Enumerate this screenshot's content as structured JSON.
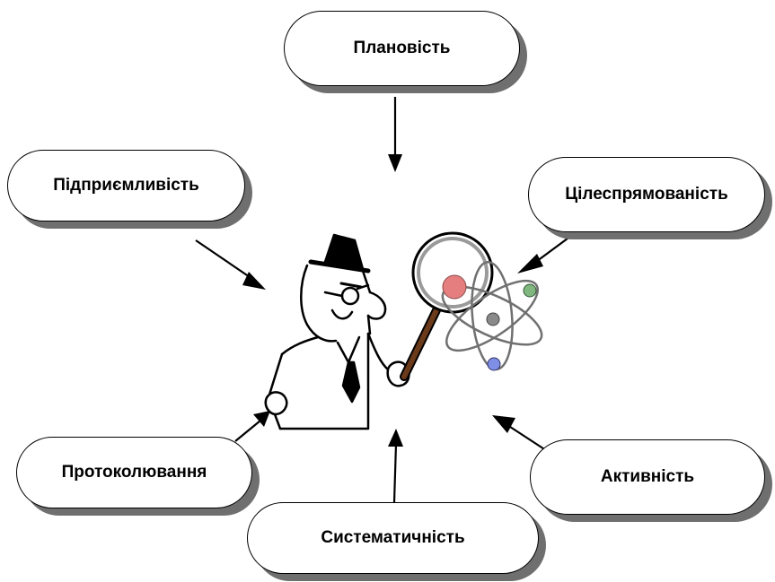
{
  "nodes": {
    "top": "Плановість",
    "left": "Підприємливість",
    "right": "Цілеспрямованість",
    "bottom_left": "Протоколювання",
    "bottom_right": "Активність",
    "bottom": "Систематичність"
  },
  "colors": {
    "stroke": "#000000",
    "shadow": "#6f6f6f",
    "nucleus": "#e57f7f",
    "electron_green": "#7fb77f",
    "electron_blue": "#7f8fe5",
    "electron_center": "#8a8a8a"
  },
  "icons": [
    "detective-icon",
    "magnifying-glass-icon",
    "atom-icon"
  ]
}
